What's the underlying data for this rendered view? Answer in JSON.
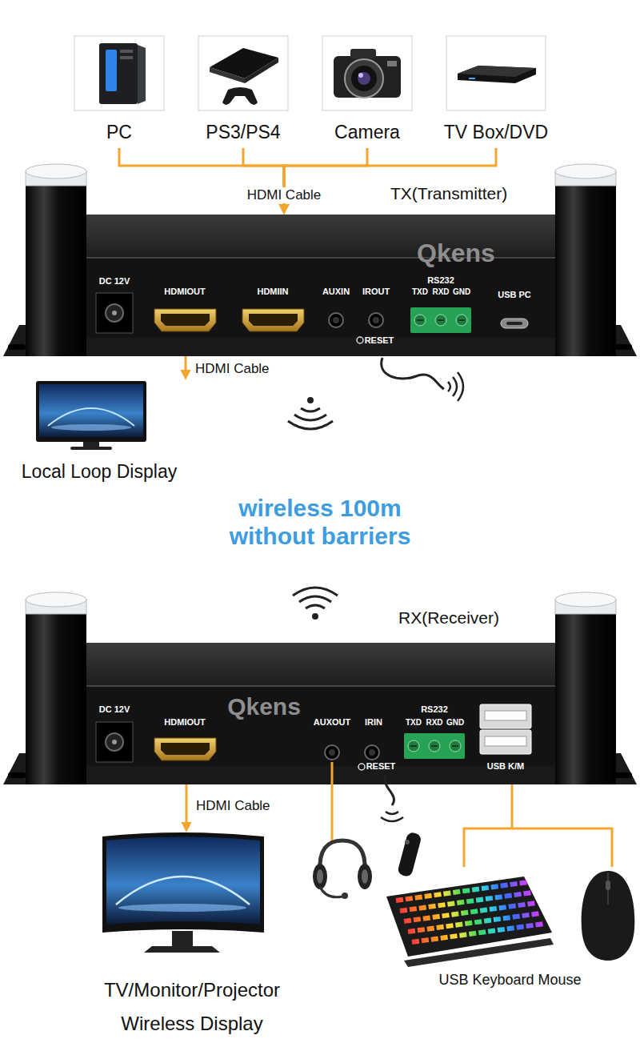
{
  "diagram": {
    "nodes": [
      {
        "text": [
          "PC"
        ]
      },
      {
        "text": [
          "PS3/PS4"
        ]
      },
      {
        "text": [
          "Camera"
        ]
      },
      {
        "text": [
          "TV Box/DVD"
        ]
      },
      {
        "text": [
          "TX(Transmitter)"
        ]
      },
      {
        "text": [
          "Local Loop Display"
        ]
      },
      {
        "text": [
          "RX(Receiver)"
        ]
      },
      {
        "text": [
          "TV/Monitor/Projector Wireless Display"
        ]
      },
      {
        "text": [
          "USB Keyboard Mouse"
        ]
      }
    ],
    "edges": [
      {
        "from": 0,
        "to": 4,
        "arrow": "to",
        "label": "HDMI Cable"
      },
      {
        "from": 1,
        "to": 4,
        "arrow": "to"
      },
      {
        "from": 2,
        "to": 4,
        "arrow": "to"
      },
      {
        "from": 3,
        "to": 4,
        "arrow": "to"
      },
      {
        "from": 4,
        "to": 5,
        "arrow": "to",
        "label": "HDMI Cable"
      },
      {
        "from": 6,
        "to": 7,
        "arrow": "to",
        "label": "HDMI Cable"
      },
      {
        "from": 6,
        "to": 8,
        "arrow": "none"
      }
    ],
    "labels": [
      "Qkens",
      "DC 12V",
      "HDMIOUT",
      "HDMIIN",
      "AUXIN",
      "IROUT",
      "RS232",
      "TXD",
      "RXD",
      "GND",
      "USB PC",
      "RESET",
      "wireless 100m without barriers",
      "Qkens",
      "DC 12V",
      "HDMIOUT",
      "AUXOUT",
      "IRIN",
      "RS232",
      "TXD",
      "RXD",
      "GND",
      "USB K/M",
      "RESET"
    ]
  }
}
